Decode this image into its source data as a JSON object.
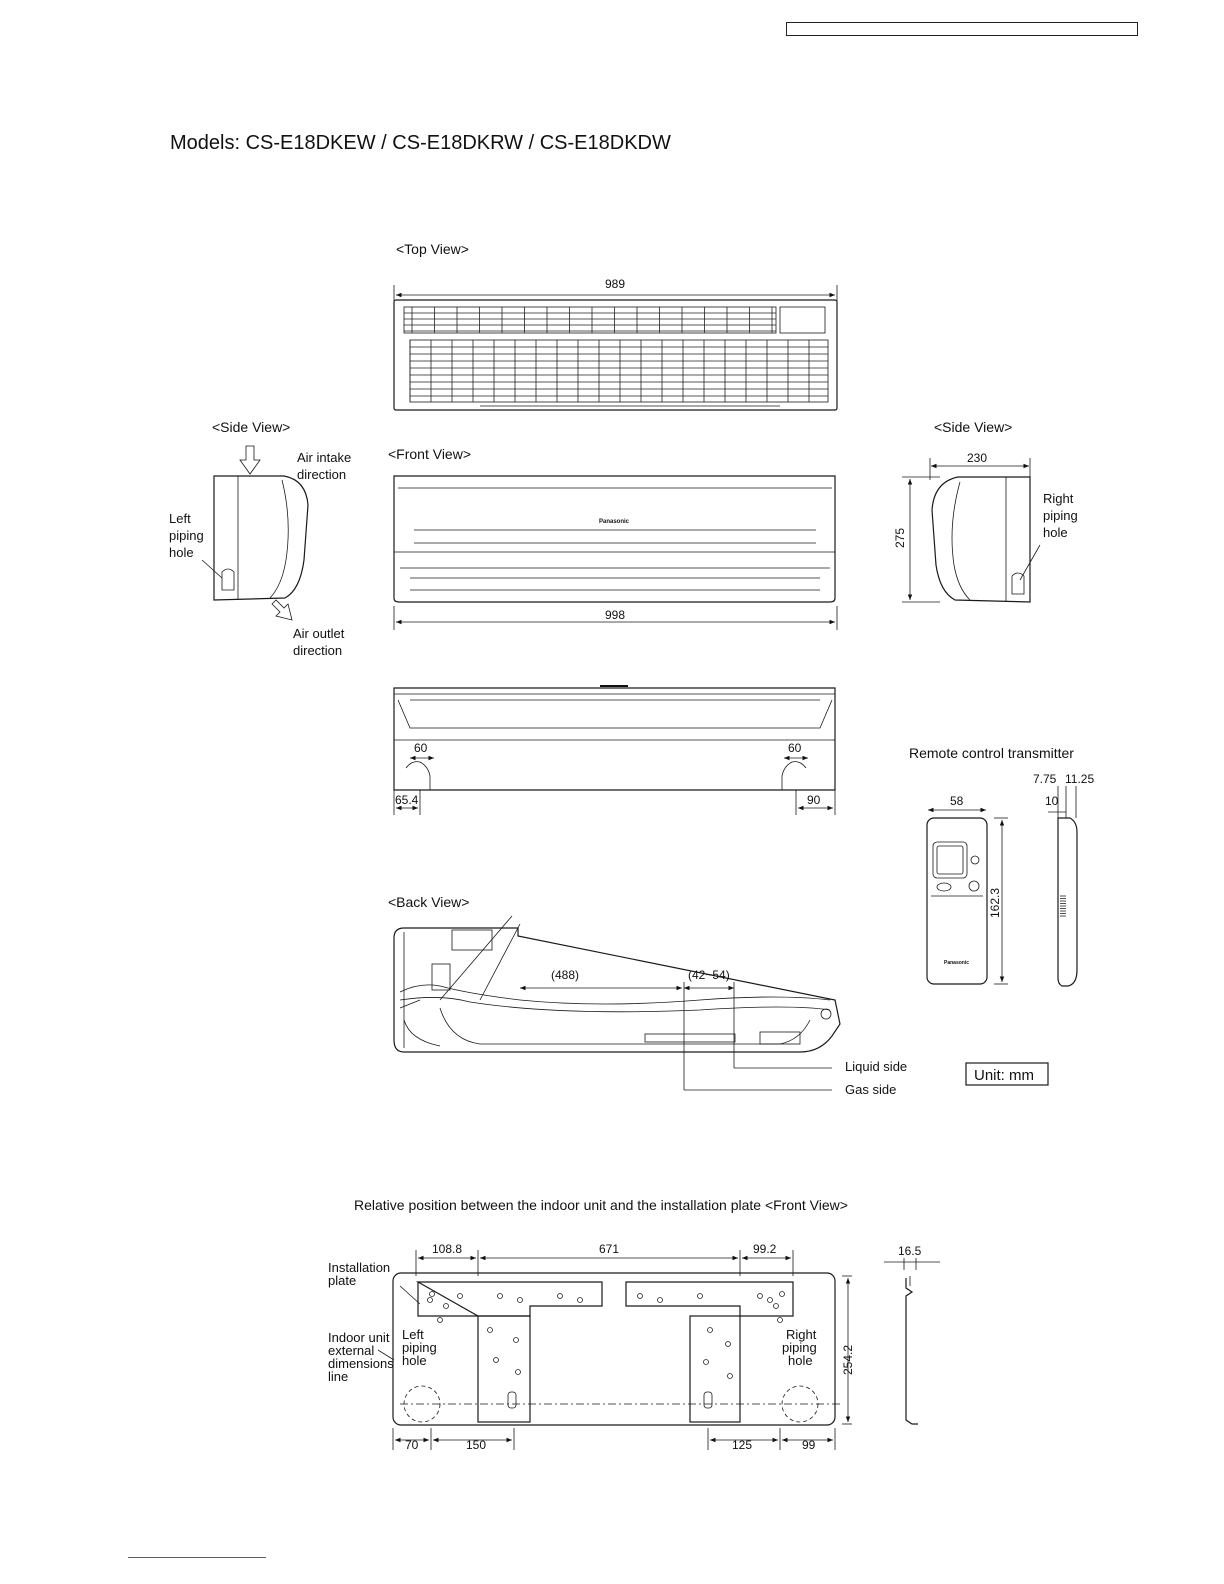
{
  "page": {
    "title": "Models: CS-E18DKEW / CS-E18DKRW / CS-E18DKDW"
  },
  "views": {
    "top_view": "<Top View>",
    "front_view": "<Front View>",
    "side_view_left": "<Side View>",
    "side_view_right": "<Side View>",
    "back_view": "<Back View>",
    "remote_title": "Remote control transmitter",
    "relative_position": "Relative position between the indoor unit and the installation plate <Front View>"
  },
  "labels": {
    "air_intake_1": "Air intake",
    "air_intake_2": "direction",
    "air_outlet_1": "Air outlet",
    "air_outlet_2": "direction",
    "left_piping_1": "Left",
    "left_piping_2": "piping",
    "left_piping_3": "hole",
    "right_piping_1": "Right",
    "right_piping_2": "piping",
    "right_piping_3": "hole",
    "liquid_side": "Liquid side",
    "gas_side": "Gas side",
    "unit": "Unit: mm",
    "install_plate_1": "Installation",
    "install_plate_2": "plate",
    "indoor_line_1": "Indoor unit",
    "indoor_line_2": "external",
    "indoor_line_3": "dimensions",
    "indoor_line_4": "line",
    "brand": "Panasonic"
  },
  "dimensions": {
    "top_width": "989",
    "front_width": "998",
    "side_depth": "230",
    "side_height": "275",
    "bottom_left_60": "60",
    "bottom_right_60": "60",
    "bottom_left_65": "65.4",
    "bottom_right_90": "90",
    "remote_width": "58",
    "remote_height": "162.3",
    "remote_thick_a": "7.75",
    "remote_thick_b": "11.25",
    "remote_thick_c": "10",
    "back_488": "(488)",
    "back_42_54": "(42~54)",
    "plate_108": "108.8",
    "plate_671": "671",
    "plate_99_2": "99.2",
    "plate_16_5": "16.5",
    "plate_254": "254.2",
    "plate_70": "70",
    "plate_150": "150",
    "plate_125": "125",
    "plate_99": "99"
  }
}
